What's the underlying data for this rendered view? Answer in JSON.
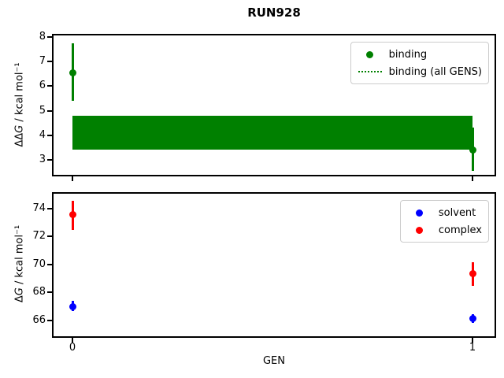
{
  "title": "RUN928",
  "xlabel": "GEN",
  "colors": {
    "binding": "#008000",
    "solvent": "#0000ff",
    "complex": "#ff0000",
    "axis": "#000000",
    "legend_border": "#cccccc"
  },
  "chart_data": [
    {
      "type": "scatter",
      "position": "top",
      "ylabel": {
        "prefix": "ΔΔ",
        "var": "G",
        "suffix": " / kcal mol⁻¹",
        "full": "ΔΔG / kcal mol⁻¹"
      },
      "ylim": [
        2.39,
        8.06
      ],
      "yticks": [
        3,
        4,
        5,
        6,
        7,
        8
      ],
      "xlim": [
        -0.047,
        1.055
      ],
      "x": [
        0,
        1
      ],
      "grid": false,
      "legend_position": "upper right",
      "legend_labels": [
        "binding",
        "binding (all GENS)"
      ],
      "series": [
        {
          "name": "binding",
          "color": "#008000",
          "marker": "circle",
          "values": [
            6.55,
            3.4
          ],
          "err_lo": [
            5.4,
            2.55
          ],
          "err_hi": [
            7.75,
            4.3
          ]
        },
        {
          "name": "binding (all GENS)",
          "color": "#008000",
          "style": "band-with-dotted-line",
          "line_value": 4.1,
          "band_lo": 3.4,
          "band_hi": 4.8,
          "band_x": [
            0,
            1
          ]
        }
      ]
    },
    {
      "type": "scatter",
      "position": "bottom",
      "ylabel": {
        "prefix": "Δ",
        "var": "G",
        "suffix": " / kcal mol⁻¹",
        "full": "ΔG / kcal mol⁻¹"
      },
      "xlabel": "GEN",
      "ylim": [
        64.87,
        75.07
      ],
      "yticks": [
        66,
        68,
        70,
        72,
        74
      ],
      "xlim": [
        -0.047,
        1.055
      ],
      "x": [
        0,
        1
      ],
      "xticks": [
        "0",
        "1"
      ],
      "grid": false,
      "legend_position": "upper right",
      "legend_labels": [
        "solvent",
        "complex"
      ],
      "series": [
        {
          "name": "solvent",
          "color": "#0000ff",
          "marker": "circle",
          "values": [
            67.0,
            66.15
          ],
          "err_lo": [
            66.65,
            65.85
          ],
          "err_hi": [
            67.4,
            66.45
          ]
        },
        {
          "name": "complex",
          "color": "#ff0000",
          "marker": "circle",
          "values": [
            73.55,
            69.35
          ],
          "err_lo": [
            72.45,
            68.5
          ],
          "err_hi": [
            74.55,
            70.15
          ]
        }
      ]
    }
  ]
}
